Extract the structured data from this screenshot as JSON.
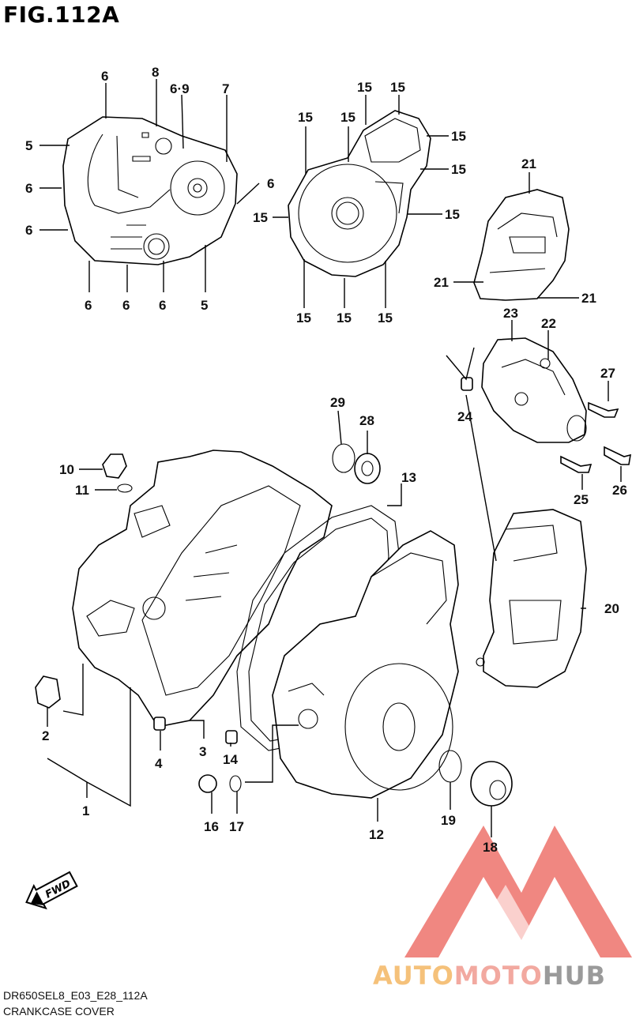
{
  "figure": {
    "title": "FIG.112A"
  },
  "footer": {
    "code": "DR650SEL8_E03_E28_112A",
    "caption": "CRANKCASE COVER"
  },
  "watermark": {
    "word_a": "AUTO",
    "word_b": "MOTO",
    "word_c": "HUB",
    "color_a": "#f5c17a",
    "color_b": "#f2a9a0",
    "color_c": "#9a9a9a",
    "logo_color": "#e8433a"
  },
  "labels": {
    "l1": "1",
    "l2": "2",
    "l3": "3",
    "l4": "4",
    "l5a": "5",
    "l5b": "5",
    "l6a": "6",
    "l6b": "6",
    "l6c": "6",
    "l6d": "6",
    "l6e": "6",
    "l6f": "6",
    "l6g": "6",
    "l69": "6·9",
    "l7": "7",
    "l8": "8",
    "l10": "10",
    "l11": "11",
    "l12": "12",
    "l13": "13",
    "l14": "14",
    "l15a": "15",
    "l15b": "15",
    "l15c": "15",
    "l15d": "15",
    "l15e": "15",
    "l15f": "15",
    "l15g": "15",
    "l15h": "15",
    "l15i": "15",
    "l15j": "15",
    "l15k": "15",
    "l16": "16",
    "l17": "17",
    "l18": "18",
    "l19": "19",
    "l20": "20",
    "l21a": "21",
    "l21b": "21",
    "l21c": "21",
    "l22": "22",
    "l23": "23",
    "l24": "24",
    "l25": "25",
    "l26": "26",
    "l27": "27",
    "l28": "28",
    "l29": "29"
  },
  "fwd": {
    "text": "FWD"
  }
}
